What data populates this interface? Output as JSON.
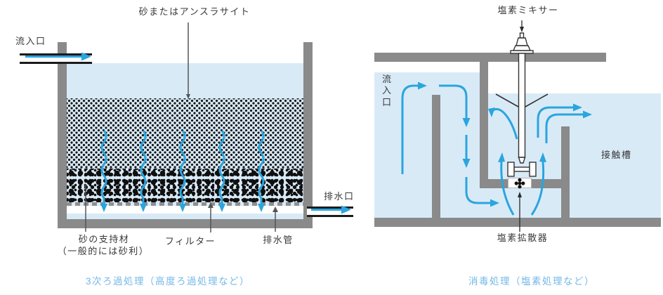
{
  "colors": {
    "wall": "#8a8a8a",
    "water": "#d9eaf7",
    "flow_arrow": "#2aa5de",
    "caption_text": "#74b8e8",
    "label_text": "#3a3a3a",
    "media_dots": "#161616"
  },
  "left_diagram": {
    "caption": "3次ろ過処理（高度ろ過処理など）",
    "labels": {
      "media_top": "砂またはアンスラサイト",
      "inlet": "流入口",
      "outlet": "排水口",
      "support_line1": "砂の支持材",
      "support_line2": "（一般的には砂利）",
      "filter": "フィルター",
      "drain_pipe": "排水管"
    },
    "icons": {
      "inlet_flow": "right-arrow-icon",
      "outlet_flow": "right-arrow-icon",
      "percolation": "wavy-down-arrow-icon"
    }
  },
  "right_diagram": {
    "caption": "消毒処理（塩素処理など）",
    "labels": {
      "mixer": "塩素ミキサー",
      "inlet": "流入口",
      "contact_tank": "接触槽",
      "diffuser": "塩素拡散器"
    },
    "icons": {
      "mixer_unit": "motor-impeller-icon",
      "diffuser_unit": "diffuser-icon",
      "circulation": "curved-flow-arrow-icon"
    }
  }
}
